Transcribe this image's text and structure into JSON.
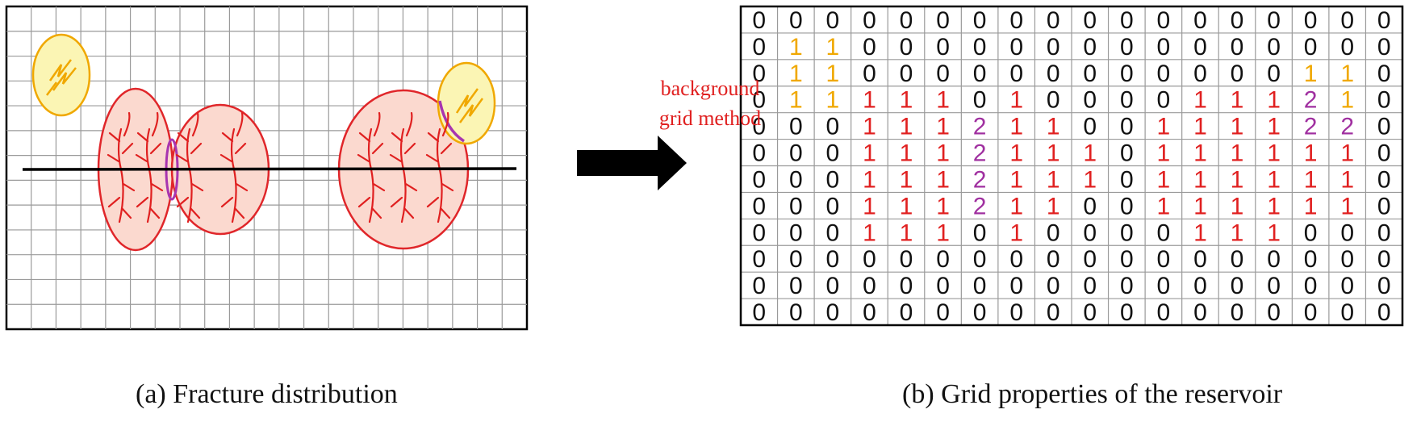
{
  "panel_a": {
    "caption": "(a) Fracture distribution",
    "grid_cols": 21,
    "grid_rows": 13
  },
  "arrow": {
    "label_line1": "background",
    "label_line2": "grid method"
  },
  "panel_b": {
    "caption": "(b) Grid properties of the reservoir",
    "grid": [
      [
        0,
        0,
        0,
        0,
        0,
        0,
        0,
        0,
        0,
        0,
        0,
        0,
        0,
        0,
        0,
        0,
        0,
        0
      ],
      [
        0,
        1,
        1,
        0,
        0,
        0,
        0,
        0,
        0,
        0,
        0,
        0,
        0,
        0,
        0,
        0,
        0,
        0
      ],
      [
        0,
        1,
        1,
        0,
        0,
        0,
        0,
        0,
        0,
        0,
        0,
        0,
        0,
        0,
        0,
        1,
        1,
        0
      ],
      [
        0,
        1,
        1,
        1,
        1,
        1,
        0,
        1,
        0,
        0,
        0,
        0,
        1,
        1,
        1,
        2,
        1,
        0
      ],
      [
        0,
        0,
        0,
        1,
        1,
        1,
        2,
        1,
        1,
        0,
        0,
        1,
        1,
        1,
        1,
        2,
        2,
        0
      ],
      [
        0,
        0,
        0,
        1,
        1,
        1,
        2,
        1,
        1,
        1,
        0,
        1,
        1,
        1,
        1,
        1,
        1,
        0
      ],
      [
        0,
        0,
        0,
        1,
        1,
        1,
        2,
        1,
        1,
        1,
        0,
        1,
        1,
        1,
        1,
        1,
        1,
        0
      ],
      [
        0,
        0,
        0,
        1,
        1,
        1,
        2,
        1,
        1,
        0,
        0,
        1,
        1,
        1,
        1,
        1,
        1,
        0
      ],
      [
        0,
        0,
        0,
        1,
        1,
        1,
        0,
        1,
        0,
        0,
        0,
        0,
        1,
        1,
        1,
        0,
        0,
        0
      ],
      [
        0,
        0,
        0,
        0,
        0,
        0,
        0,
        0,
        0,
        0,
        0,
        0,
        0,
        0,
        0,
        0,
        0,
        0
      ],
      [
        0,
        0,
        0,
        0,
        0,
        0,
        0,
        0,
        0,
        0,
        0,
        0,
        0,
        0,
        0,
        0,
        0,
        0
      ],
      [
        0,
        0,
        0,
        0,
        0,
        0,
        0,
        0,
        0,
        0,
        0,
        0,
        0,
        0,
        0,
        0,
        0,
        0
      ]
    ]
  },
  "colors": {
    "zero": "#111111",
    "one_fracture": "#e02020",
    "one_natural": "#f0a800",
    "two": "#a030a0",
    "grid_line": "#9a9a9a",
    "fracture_fill": "#fbd9cf",
    "fracture_stroke": "#e0262a",
    "natural_fill": "#fbf5b4",
    "natural_stroke": "#f0a800",
    "overlap": "#a835b0"
  }
}
